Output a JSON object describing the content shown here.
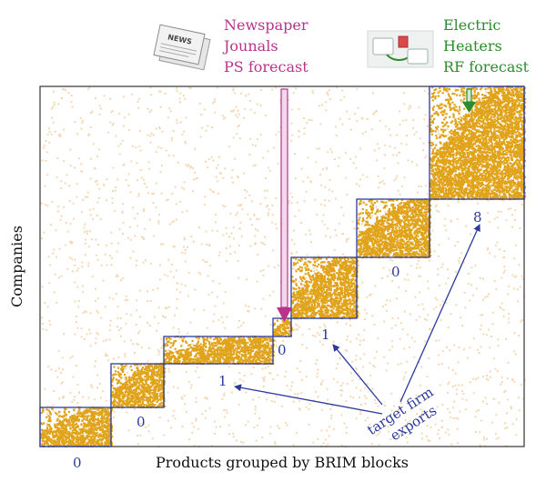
{
  "top_left_label": {
    "lines": [
      "Newspaper",
      "Jounals",
      "PS forecast"
    ],
    "color": "#b8348a",
    "icon": "newspaper-icon",
    "icon_text": "NEWS"
  },
  "top_right_label": {
    "lines": [
      "Electric",
      "Heaters",
      "RF forecast"
    ],
    "color": "#2e8b2e",
    "icon": "electric-heater-icon"
  },
  "axes": {
    "y_label": "Companies",
    "x_label": "Products grouped by BRIM blocks"
  },
  "block_numbers": [
    "0",
    "0",
    "1",
    "0",
    "1",
    "0",
    "8"
  ],
  "annotation": {
    "lines": [
      "target firm",
      "exports"
    ],
    "color": "#2b3a9c"
  },
  "colors": {
    "dense": "#e0a31a",
    "sparse": "#f3d8b3",
    "block_border": "#2b3a9c",
    "frame": "#333333",
    "magenta_arrow": "#b8348a",
    "green_arrow": "#2e8b2e"
  }
}
